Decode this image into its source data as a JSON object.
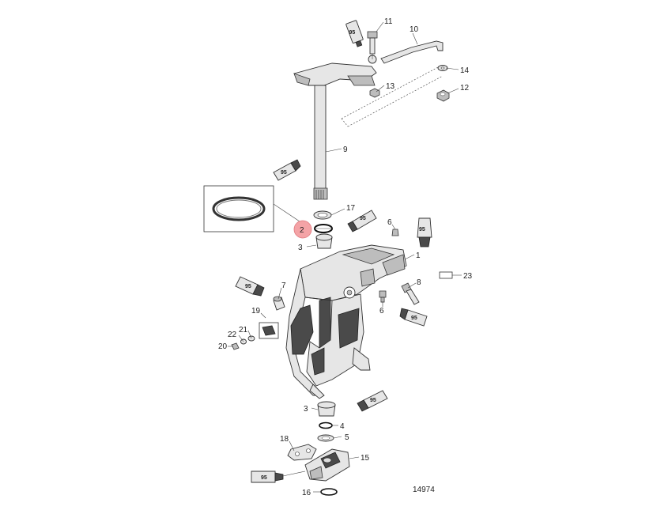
{
  "diagram": {
    "drawing_number": "14974",
    "highlighted_callout": "2",
    "callouts": [
      "1",
      "2",
      "3",
      "4",
      "5",
      "6",
      "7",
      "8",
      "9",
      "10",
      "11",
      "12",
      "13",
      "14",
      "15",
      "16",
      "17",
      "18",
      "19",
      "20",
      "21",
      "22",
      "23"
    ],
    "lubricant_code": "95",
    "highlight_color": "#f4a3a6"
  }
}
